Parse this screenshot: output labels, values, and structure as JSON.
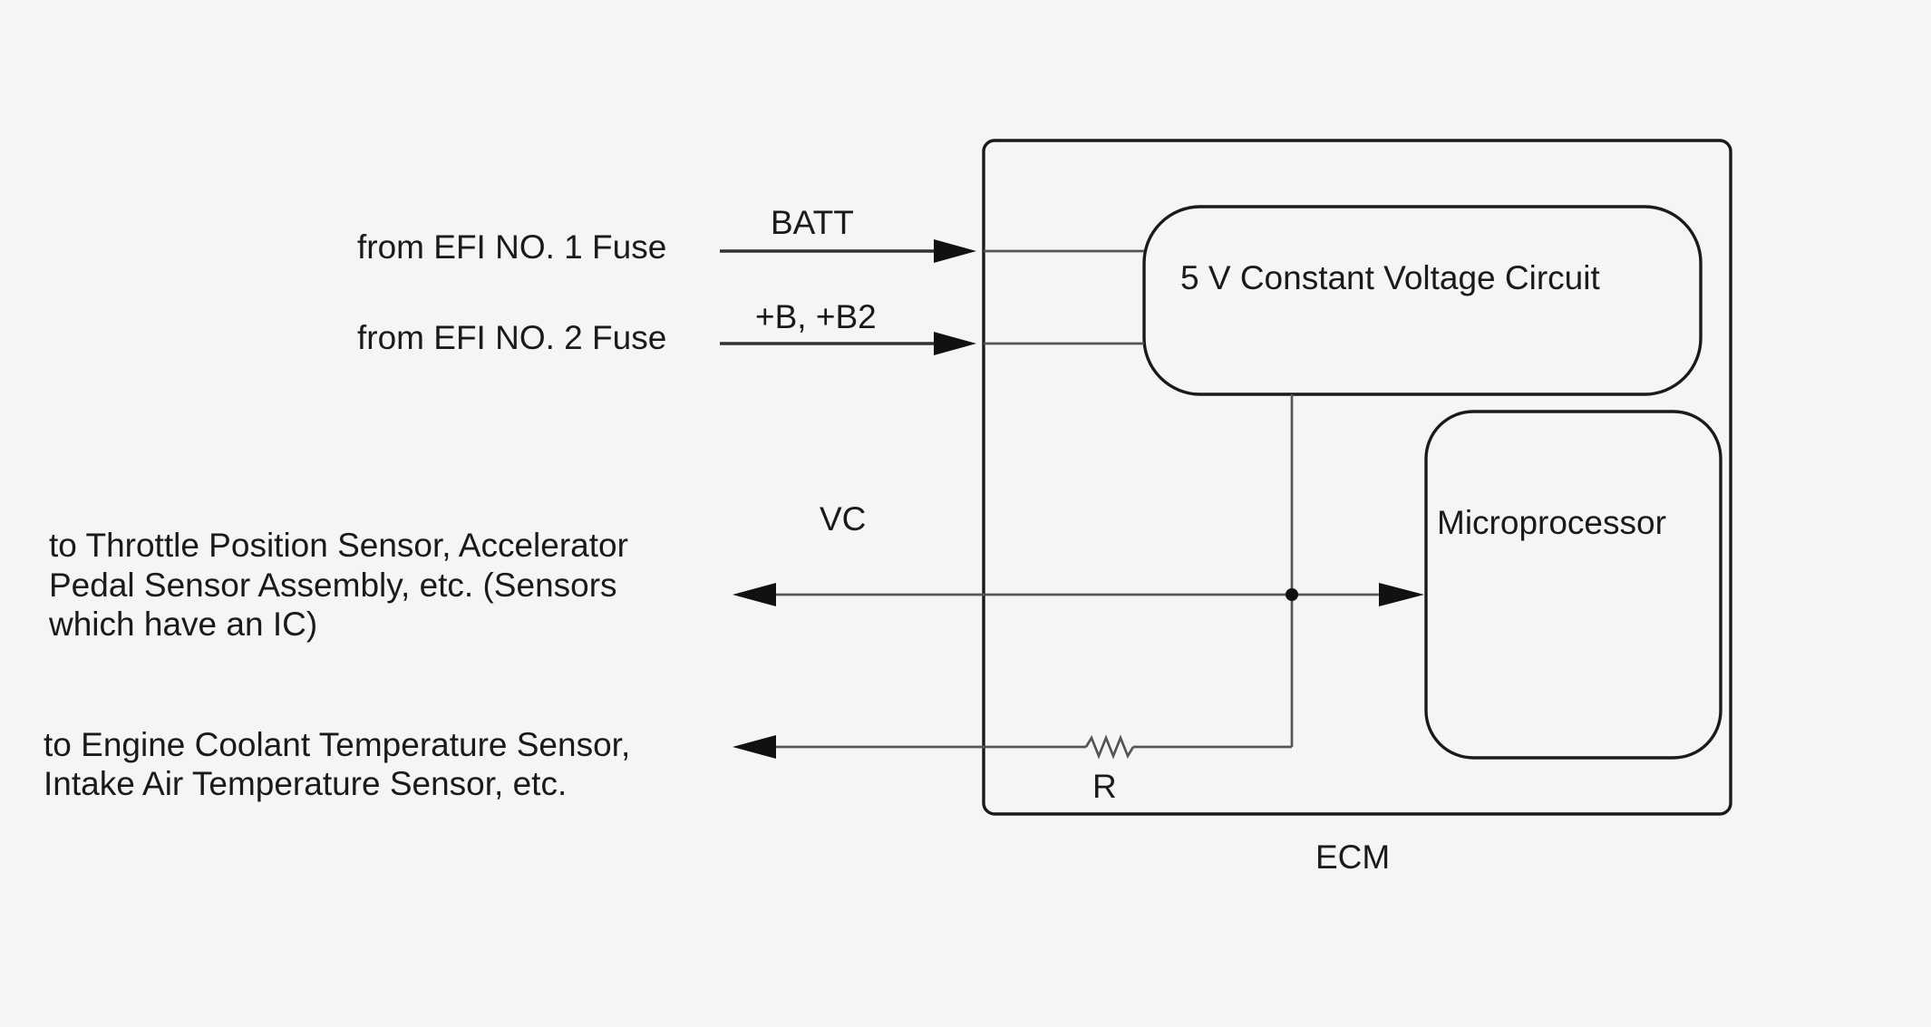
{
  "diagram": {
    "inputs": {
      "fuse1": {
        "label": "from EFI NO. 1 Fuse",
        "signal": "BATT"
      },
      "fuse2": {
        "label": "from EFI NO. 2 Fuse",
        "signal": "+B, +B2"
      }
    },
    "outputs": {
      "vc": {
        "signal": "VC",
        "label_lines": [
          "to Throttle Position Sensor, Accelerator",
          "Pedal Sensor Assembly, etc. (Sensors",
          "which have an IC)"
        ]
      },
      "temp_sensors": {
        "label_lines": [
          "to Engine Coolant Temperature Sensor,",
          "Intake Air Temperature Sensor, etc."
        ],
        "resistor_label": "R"
      }
    },
    "ecm": {
      "label": "ECM",
      "voltage_circuit": "5 V Constant Voltage Circuit",
      "microprocessor": "Microprocessor"
    }
  }
}
